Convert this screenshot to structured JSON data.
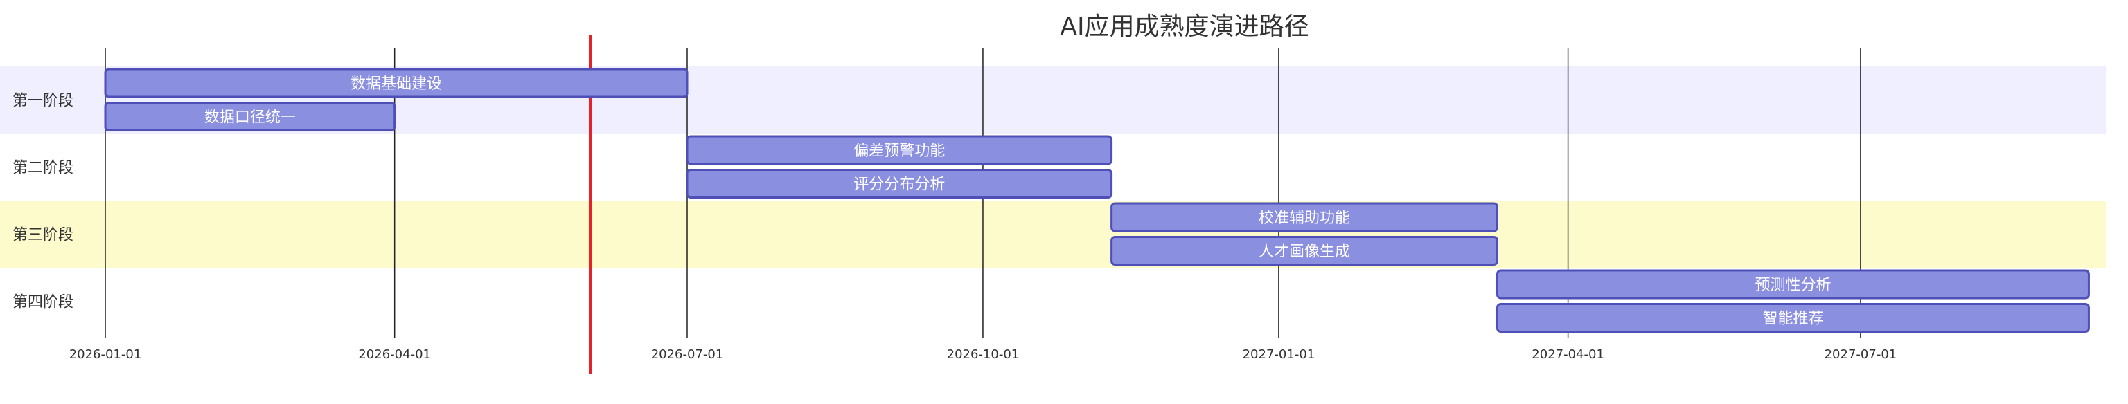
{
  "title": "AI应用成熟度演进路径",
  "colors": {
    "task_fill": "#8a8fe0",
    "task_stroke": "#4f4fb8",
    "section_band_1": "#efefff",
    "section_band_3": "#fdfbcc",
    "today_line": "#e8202a",
    "grid_line": "#222222"
  },
  "chart_data": {
    "type": "gantt",
    "time_range": [
      "2026-01-01",
      "2027-10-01"
    ],
    "today": "2026-06-01",
    "ticks": [
      "2026-01-01",
      "2026-04-01",
      "2026-07-01",
      "2026-10-01",
      "2027-01-01",
      "2027-04-01",
      "2027-07-01"
    ],
    "sections": [
      {
        "name": "第一阶段",
        "tasks": [
          {
            "name": "数据基础建设",
            "start": "2026-01-01",
            "end": "2026-07-01"
          },
          {
            "name": "数据口径统一",
            "start": "2026-01-01",
            "end": "2026-04-01"
          }
        ]
      },
      {
        "name": "第二阶段",
        "tasks": [
          {
            "name": "偏差预警功能",
            "start": "2026-07-01",
            "end": "2026-11-10"
          },
          {
            "name": "评分分布分析",
            "start": "2026-07-01",
            "end": "2026-11-10"
          }
        ]
      },
      {
        "name": "第三阶段",
        "tasks": [
          {
            "name": "校准辅助功能",
            "start": "2026-11-10",
            "end": "2027-03-10"
          },
          {
            "name": "人才画像生成",
            "start": "2026-11-10",
            "end": "2027-03-10"
          }
        ]
      },
      {
        "name": "第四阶段",
        "tasks": [
          {
            "name": "预测性分析",
            "start": "2027-03-10",
            "end": "2027-09-10"
          },
          {
            "name": "智能推荐",
            "start": "2027-03-10",
            "end": "2027-09-10"
          }
        ]
      }
    ]
  }
}
